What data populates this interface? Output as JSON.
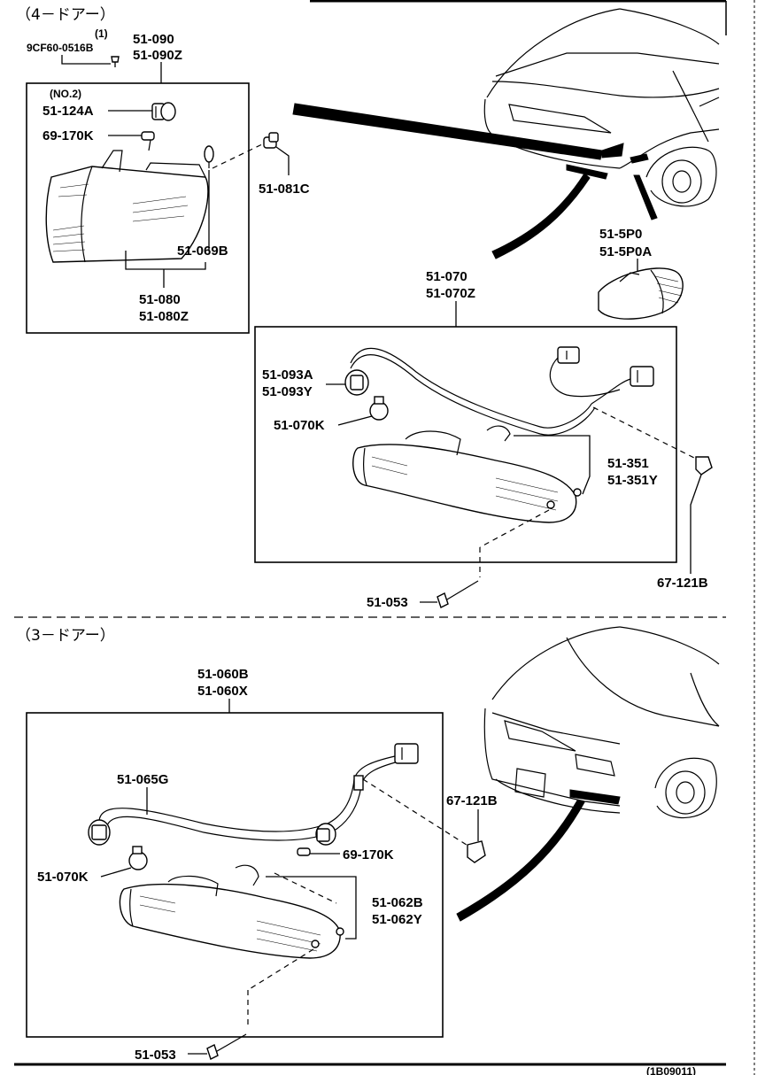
{
  "sections": {
    "four_door": "（4－ドアー）",
    "three_door": "（3－ドアー）"
  },
  "labels": {
    "bolt_qty": "(1)",
    "bolt": "9CF60-0516B",
    "corner_assy_a": "51-090",
    "corner_assy_b": "51-090Z",
    "bulb_no": "(NO.2)",
    "socket_124a": "51-124A",
    "bulb_69_170k_top": "69-170K",
    "clip_081c": "51-081C",
    "socket_069b": "51-069B",
    "lens_080": "51-080",
    "lens_080z": "51-080Z",
    "side_5p0": "51-5P0",
    "side_5p0a": "51-5P0A",
    "front_assy_070": "51-070",
    "front_assy_070z": "51-070Z",
    "socket_093a": "51-093A",
    "socket_093y": "51-093Y",
    "bulb_070k_top": "51-070K",
    "lens_351": "51-351",
    "lens_351y": "51-351Y",
    "screw_053_top": "51-053",
    "clip_121b_top": "67-121B",
    "assy_060b": "51-060B",
    "assy_060x": "51-060X",
    "harness_065g": "51-065G",
    "clip_121b_bottom": "67-121B",
    "bulb_69_170k_bottom": "69-170K",
    "bulb_070k_bottom": "51-070K",
    "lens_062b": "51-062B",
    "lens_062y": "51-062Y",
    "screw_053_bottom": "51-053",
    "footer_ref": "(1B09011)"
  }
}
